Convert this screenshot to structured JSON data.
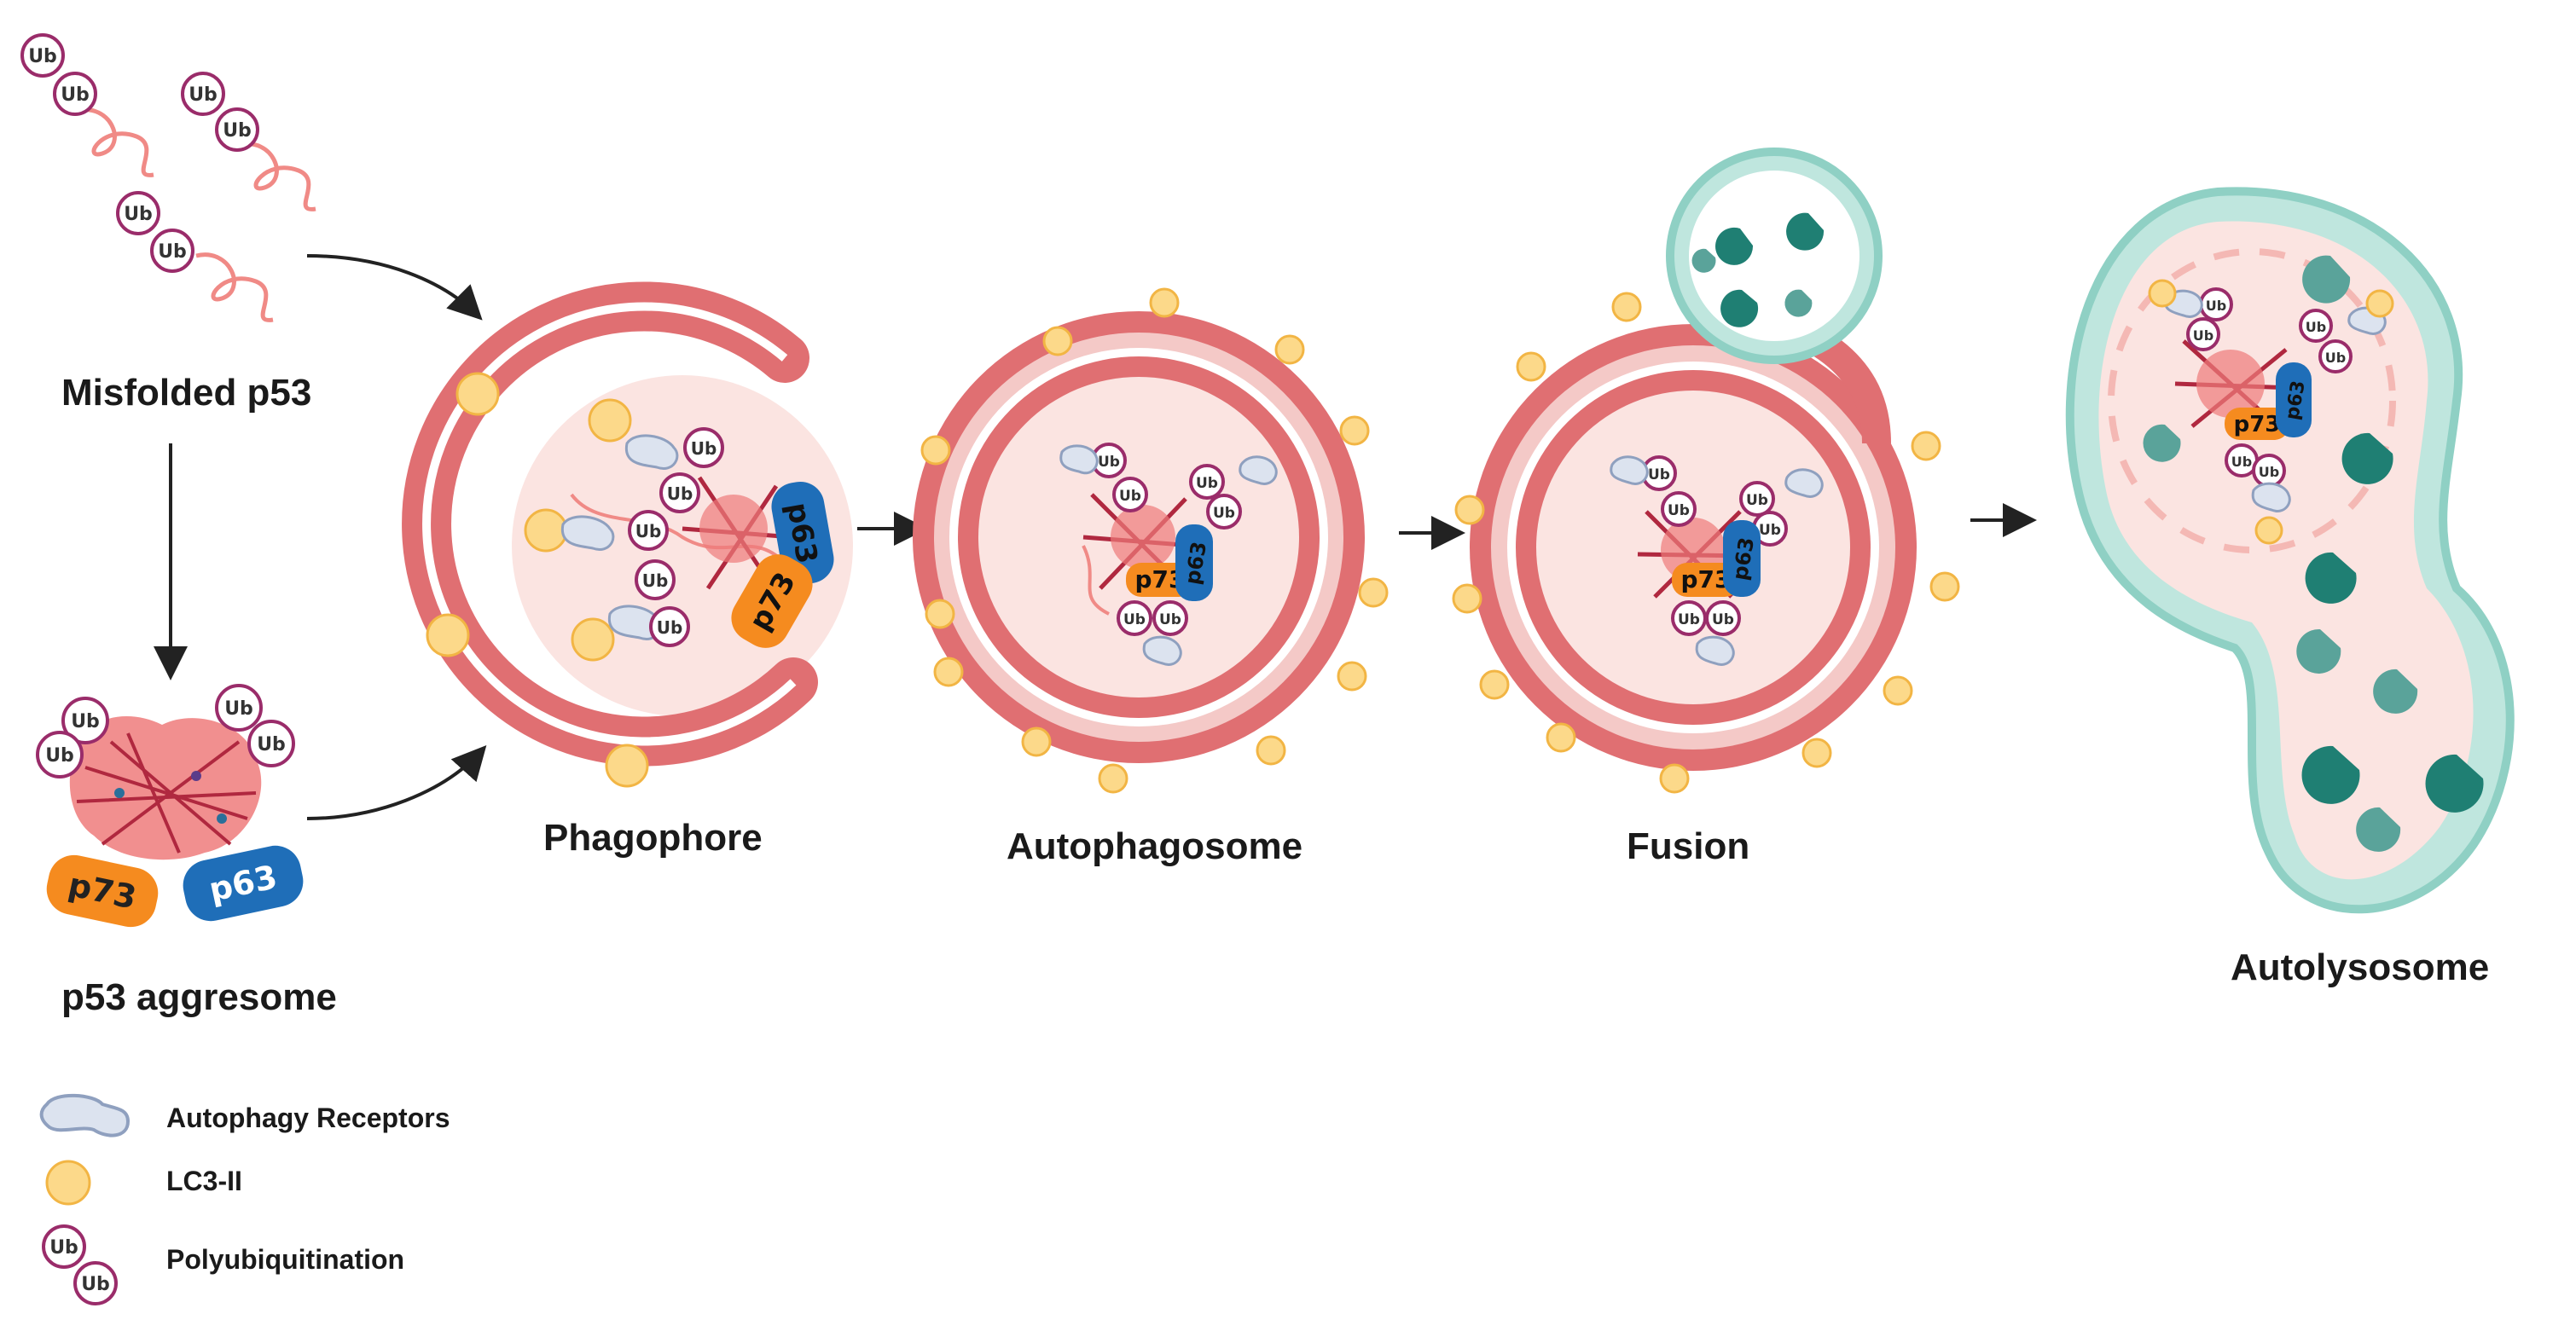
{
  "labels": {
    "misfolded": "Misfolded p53",
    "aggresome": "p53 aggresome",
    "phagophore": "Phagophore",
    "autophagosome": "Autophagosome",
    "fusion": "Fusion",
    "autolysosome": "Autolysosome"
  },
  "proteins": {
    "ub": "Ub",
    "p73": "p73",
    "p63": "p63"
  },
  "legend": {
    "receptors": "Autophagy Receptors",
    "lc3": "LC3-II",
    "polyub": "Polyubiquitination"
  },
  "colors": {
    "membrane": "#e06f72",
    "membrane_light": "#f4c9c7",
    "interior": "#fbe4e1",
    "lc3": "#fcd98a",
    "lc3_border": "#f2b544",
    "ub_ring": "#9a2c6a",
    "p73": "#f58b1f",
    "p63": "#1f6eb8",
    "lysosome": "#bfe6de",
    "lysosome_border": "#8fd0c4",
    "enzyme": "#1f7f73",
    "enzyme_light": "#5aa39a",
    "receptor": "#dce3ef",
    "receptor_border": "#8fa0bf"
  }
}
